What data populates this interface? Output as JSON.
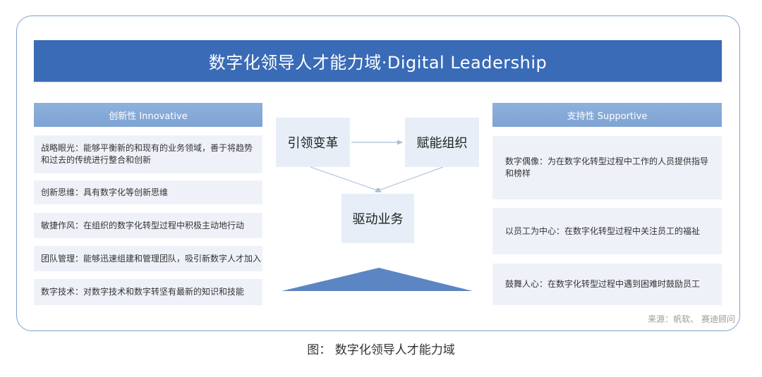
{
  "title": "数字化领导人才能力域·Digital Leadership",
  "left": {
    "header": "创新性 Innovative",
    "items": [
      "战略眼光：能够平衡新的和现有的业务领域，善于将趋势和过去的传统进行整合和创新",
      "创新思维：具有数字化等创新思维",
      "敏捷作风：在组织的数字化转型过程中积极主动地行动",
      "团队管理：能够迅速组建和管理团队，吸引新数字人才加入",
      "数字技术：对数字技术和数字转坚有最新的知识和技能"
    ]
  },
  "center": {
    "nodes": [
      "引领变革",
      "赋能组织",
      "驱动业务"
    ]
  },
  "right": {
    "header": "支持性 Supportive",
    "items": [
      "数字偶像：为在数字化转型过程中工作的人员提供指导和榜样",
      "以员工为中心：在数字化转型过程中关注员工的福祉",
      "鼓舞人心：在数字化转型过程中遇到困难时鼓励员工"
    ]
  },
  "source": "来源：帆软、 赛迪顾问",
  "caption": "图： 数字化领导人才能力域",
  "colors": {
    "banner": "#3a6bb6",
    "header": "#7ea3d3",
    "card": "#eef2f8",
    "frame": "#7fa1c9",
    "triangle": "#5b86c3"
  }
}
